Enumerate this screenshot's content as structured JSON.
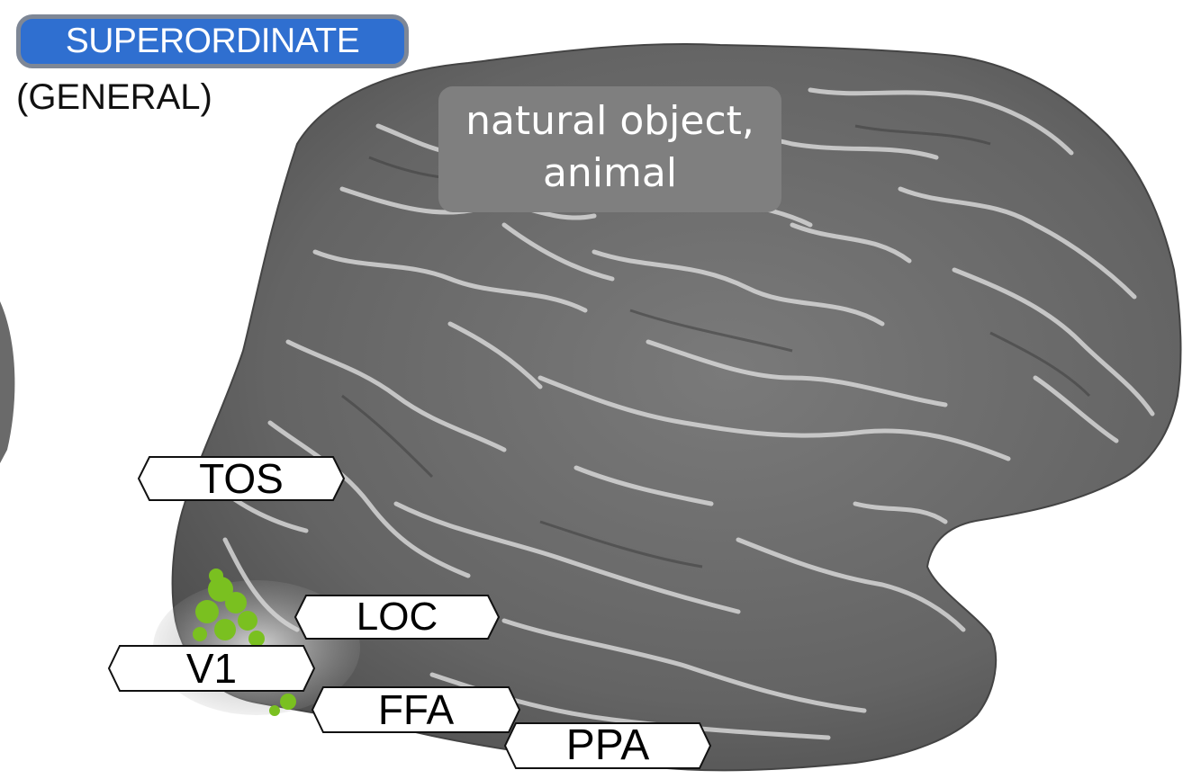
{
  "level": {
    "label": "SUPERORDINATE",
    "sublabel": "(GENERAL)",
    "badge_color": "#2f6fd0",
    "badge_border_color": "#7e8796"
  },
  "category": {
    "line1": "natural object,",
    "line2": "animal",
    "box_color": "#7f7f7f"
  },
  "rois": [
    {
      "label": "TOS"
    },
    {
      "label": "LOC"
    },
    {
      "label": "V1"
    },
    {
      "label": "FFA"
    },
    {
      "label": "PPA"
    }
  ],
  "activation_color": "#7ac020",
  "brain": {
    "view": "inflated lateral cortical surface",
    "base_color": "#6f6f6f",
    "sulcus_color": "#d9d9d9"
  }
}
